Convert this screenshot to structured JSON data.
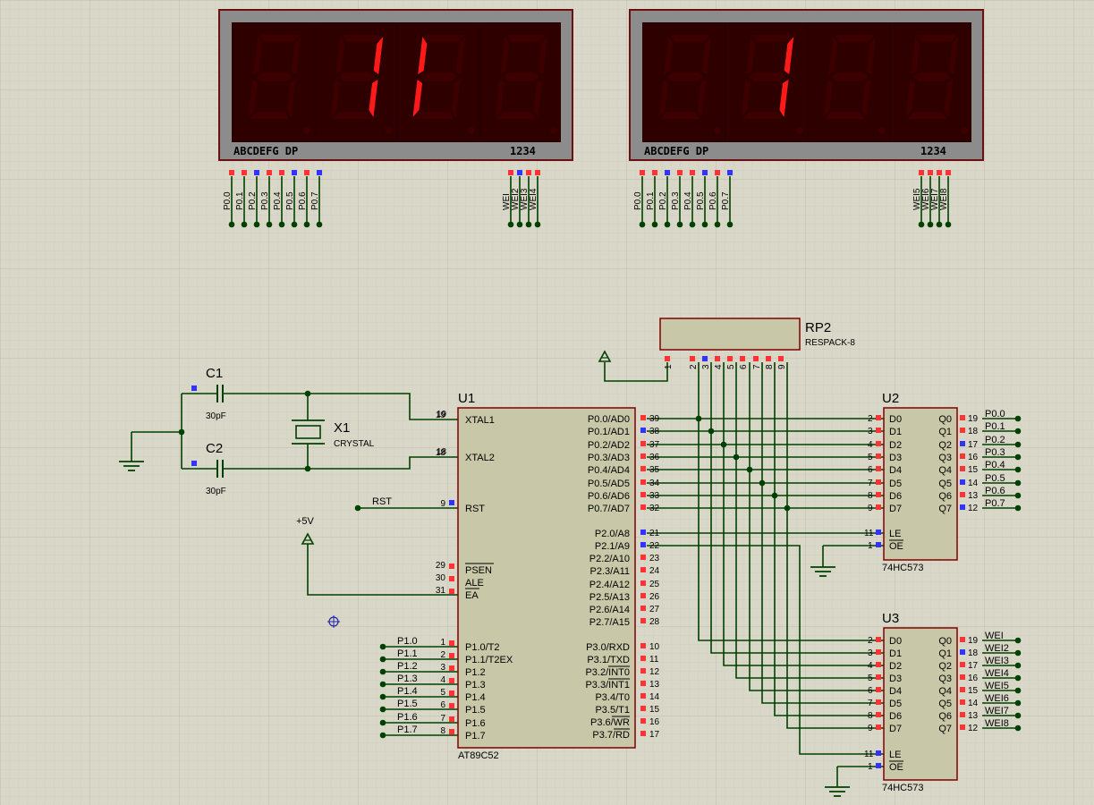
{
  "colors": {
    "background": "#d9d8c8",
    "grid_minor": "#cfcebf",
    "grid_major": "#c2c1b0",
    "wire": "#004000",
    "chip_fill": "#c8c8a8",
    "chip_border": "#800000",
    "display_frame": "#8c8c8c",
    "display_bg": "#280000",
    "segment_off": "#3c0000",
    "segment_on": "#ff1a1a",
    "pin_red": "#ff3333",
    "pin_blue": "#3333ff"
  },
  "display1": {
    "label_seg": "ABCDEFG  DP",
    "label_digits": "1234",
    "seg_pins": [
      "P0.0",
      "P0.1",
      "P0.2",
      "P0.3",
      "P0.4",
      "P0.5",
      "P0.6",
      "P0.7"
    ],
    "seg_pin_states": [
      "red",
      "red",
      "blue",
      "red",
      "red",
      "blue",
      "red",
      "blue"
    ],
    "dig_pins": [
      "WEI",
      "WEI2",
      "WEI3",
      "WEI4"
    ],
    "dig_pin_states": [
      "red",
      "blue",
      "red",
      "red"
    ],
    "lit": [
      [],
      [
        "b",
        "c"
      ],
      [
        "e",
        "f"
      ],
      []
    ]
  },
  "display2": {
    "label_seg": "ABCDEFG  DP",
    "label_digits": "1234",
    "seg_pins": [
      "P0.0",
      "P0.1",
      "P0.2",
      "P0.3",
      "P0.4",
      "P0.5",
      "P0.6",
      "P0.7"
    ],
    "seg_pin_states": [
      "red",
      "red",
      "blue",
      "red",
      "red",
      "blue",
      "red",
      "blue"
    ],
    "dig_pins": [
      "WEI5",
      "WEI6",
      "WEI7",
      "WEI8"
    ],
    "dig_pin_states": [
      "red",
      "red",
      "red",
      "red"
    ],
    "lit": [
      [],
      [
        "b",
        "c"
      ],
      [],
      []
    ]
  },
  "rp2": {
    "ref": "RP2",
    "value": "RESPACK-8",
    "pins": [
      "1",
      "2",
      "3",
      "4",
      "5",
      "6",
      "7",
      "8",
      "9"
    ]
  },
  "c1": {
    "ref": "C1",
    "value": "30pF"
  },
  "c2": {
    "ref": "C2",
    "value": "30pF"
  },
  "x1": {
    "ref": "X1",
    "value": "CRYSTAL"
  },
  "rst_label": "RST",
  "vcc_label": "+5V",
  "u1": {
    "ref": "U1",
    "part": "AT89C52",
    "left_pins": [
      {
        "num": "19",
        "name": "XTAL1"
      },
      {
        "num": "18",
        "name": "XTAL2"
      },
      {
        "num": "9",
        "name": "RST"
      },
      {
        "num": "29",
        "name": "PSEN"
      },
      {
        "num": "30",
        "name": "ALE"
      },
      {
        "num": "31",
        "name": "EA"
      },
      {
        "num": "1",
        "name": "P1.0/T2"
      },
      {
        "num": "2",
        "name": "P1.1/T2EX"
      },
      {
        "num": "3",
        "name": "P1.2"
      },
      {
        "num": "4",
        "name": "P1.3"
      },
      {
        "num": "5",
        "name": "P1.4"
      },
      {
        "num": "6",
        "name": "P1.5"
      },
      {
        "num": "7",
        "name": "P1.6"
      },
      {
        "num": "8",
        "name": "P1.7"
      }
    ],
    "p1_net_labels": [
      "P1.0",
      "P1.1",
      "P1.2",
      "P1.3",
      "P1.4",
      "P1.5",
      "P1.6",
      "P1.7"
    ],
    "right_pins": [
      {
        "num": "39",
        "name": "P0.0/AD0"
      },
      {
        "num": "38",
        "name": "P0.1/AD1"
      },
      {
        "num": "37",
        "name": "P0.2/AD2"
      },
      {
        "num": "36",
        "name": "P0.3/AD3"
      },
      {
        "num": "35",
        "name": "P0.4/AD4"
      },
      {
        "num": "34",
        "name": "P0.5/AD5"
      },
      {
        "num": "33",
        "name": "P0.6/AD6"
      },
      {
        "num": "32",
        "name": "P0.7/AD7"
      },
      {
        "num": "21",
        "name": "P2.0/A8"
      },
      {
        "num": "22",
        "name": "P2.1/A9"
      },
      {
        "num": "23",
        "name": "P2.2/A10"
      },
      {
        "num": "24",
        "name": "P2.3/A11"
      },
      {
        "num": "25",
        "name": "P2.4/A12"
      },
      {
        "num": "26",
        "name": "P2.5/A13"
      },
      {
        "num": "27",
        "name": "P2.6/A14"
      },
      {
        "num": "28",
        "name": "P2.7/A15"
      },
      {
        "num": "10",
        "name": "P3.0/RXD"
      },
      {
        "num": "11",
        "name": "P3.1/TXD"
      },
      {
        "num": "12",
        "name": "P3.2/INT0"
      },
      {
        "num": "13",
        "name": "P3.3/INT1"
      },
      {
        "num": "14",
        "name": "P3.4/T0"
      },
      {
        "num": "15",
        "name": "P3.5/T1"
      },
      {
        "num": "16",
        "name": "P3.6/WR"
      },
      {
        "num": "17",
        "name": "P3.7/RD"
      }
    ],
    "right_pin_states": [
      "red",
      "blue",
      "red",
      "red",
      "red",
      "red",
      "red",
      "red",
      "blue",
      "blue",
      "red",
      "red",
      "red",
      "red",
      "red",
      "red",
      "red",
      "red",
      "red",
      "red",
      "red",
      "red",
      "red",
      "red"
    ]
  },
  "u2": {
    "ref": "U2",
    "part": "74HC573",
    "inputs": [
      {
        "num": "2",
        "name": "D0"
      },
      {
        "num": "3",
        "name": "D1"
      },
      {
        "num": "4",
        "name": "D2"
      },
      {
        "num": "5",
        "name": "D3"
      },
      {
        "num": "6",
        "name": "D4"
      },
      {
        "num": "7",
        "name": "D5"
      },
      {
        "num": "8",
        "name": "D6"
      },
      {
        "num": "9",
        "name": "D7"
      }
    ],
    "control": [
      {
        "num": "11",
        "name": "LE"
      },
      {
        "num": "1",
        "name": "OE"
      }
    ],
    "outputs": [
      {
        "num": "19",
        "name": "Q0"
      },
      {
        "num": "18",
        "name": "Q1"
      },
      {
        "num": "17",
        "name": "Q2"
      },
      {
        "num": "16",
        "name": "Q3"
      },
      {
        "num": "15",
        "name": "Q4"
      },
      {
        "num": "14",
        "name": "Q5"
      },
      {
        "num": "13",
        "name": "Q6"
      },
      {
        "num": "12",
        "name": "Q7"
      }
    ],
    "out_labels": [
      "P0.0",
      "P0.1",
      "P0.2",
      "P0.3",
      "P0.4",
      "P0.5",
      "P0.6",
      "P0.7"
    ],
    "out_states": [
      "red",
      "red",
      "blue",
      "red",
      "red",
      "blue",
      "red",
      "blue"
    ]
  },
  "u3": {
    "ref": "U3",
    "part": "74HC573",
    "inputs": [
      {
        "num": "2",
        "name": "D0"
      },
      {
        "num": "3",
        "name": "D1"
      },
      {
        "num": "4",
        "name": "D2"
      },
      {
        "num": "5",
        "name": "D3"
      },
      {
        "num": "6",
        "name": "D4"
      },
      {
        "num": "7",
        "name": "D5"
      },
      {
        "num": "8",
        "name": "D6"
      },
      {
        "num": "9",
        "name": "D7"
      }
    ],
    "control": [
      {
        "num": "11",
        "name": "LE"
      },
      {
        "num": "1",
        "name": "OE"
      }
    ],
    "outputs": [
      {
        "num": "19",
        "name": "Q0"
      },
      {
        "num": "18",
        "name": "Q1"
      },
      {
        "num": "17",
        "name": "Q2"
      },
      {
        "num": "16",
        "name": "Q3"
      },
      {
        "num": "15",
        "name": "Q4"
      },
      {
        "num": "14",
        "name": "Q5"
      },
      {
        "num": "13",
        "name": "Q6"
      },
      {
        "num": "12",
        "name": "Q7"
      }
    ],
    "out_labels": [
      "WEI",
      "WEI2",
      "WEI3",
      "WEI4",
      "WEI5",
      "WEI6",
      "WEI7",
      "WEI8"
    ],
    "out_states": [
      "red",
      "blue",
      "red",
      "red",
      "red",
      "red",
      "red",
      "red"
    ]
  }
}
